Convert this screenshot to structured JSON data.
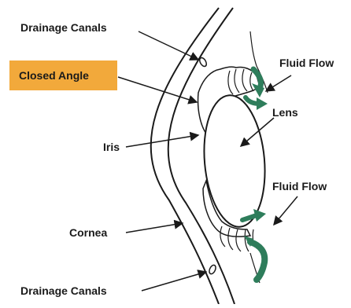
{
  "labels": {
    "drainage_canals_top": "Drainage Canals",
    "closed_angle": "Closed Angle",
    "iris": "Iris",
    "cornea": "Cornea",
    "drainage_canals_bottom": "Drainage Canals",
    "fluid_flow_top": "Fluid Flow",
    "lens": "Lens",
    "fluid_flow_bottom": "Fluid Flow"
  },
  "colors": {
    "highlight_box": "#f2a93b",
    "flow_arrow": "#2e7d5b",
    "line": "#1a1a1a"
  }
}
